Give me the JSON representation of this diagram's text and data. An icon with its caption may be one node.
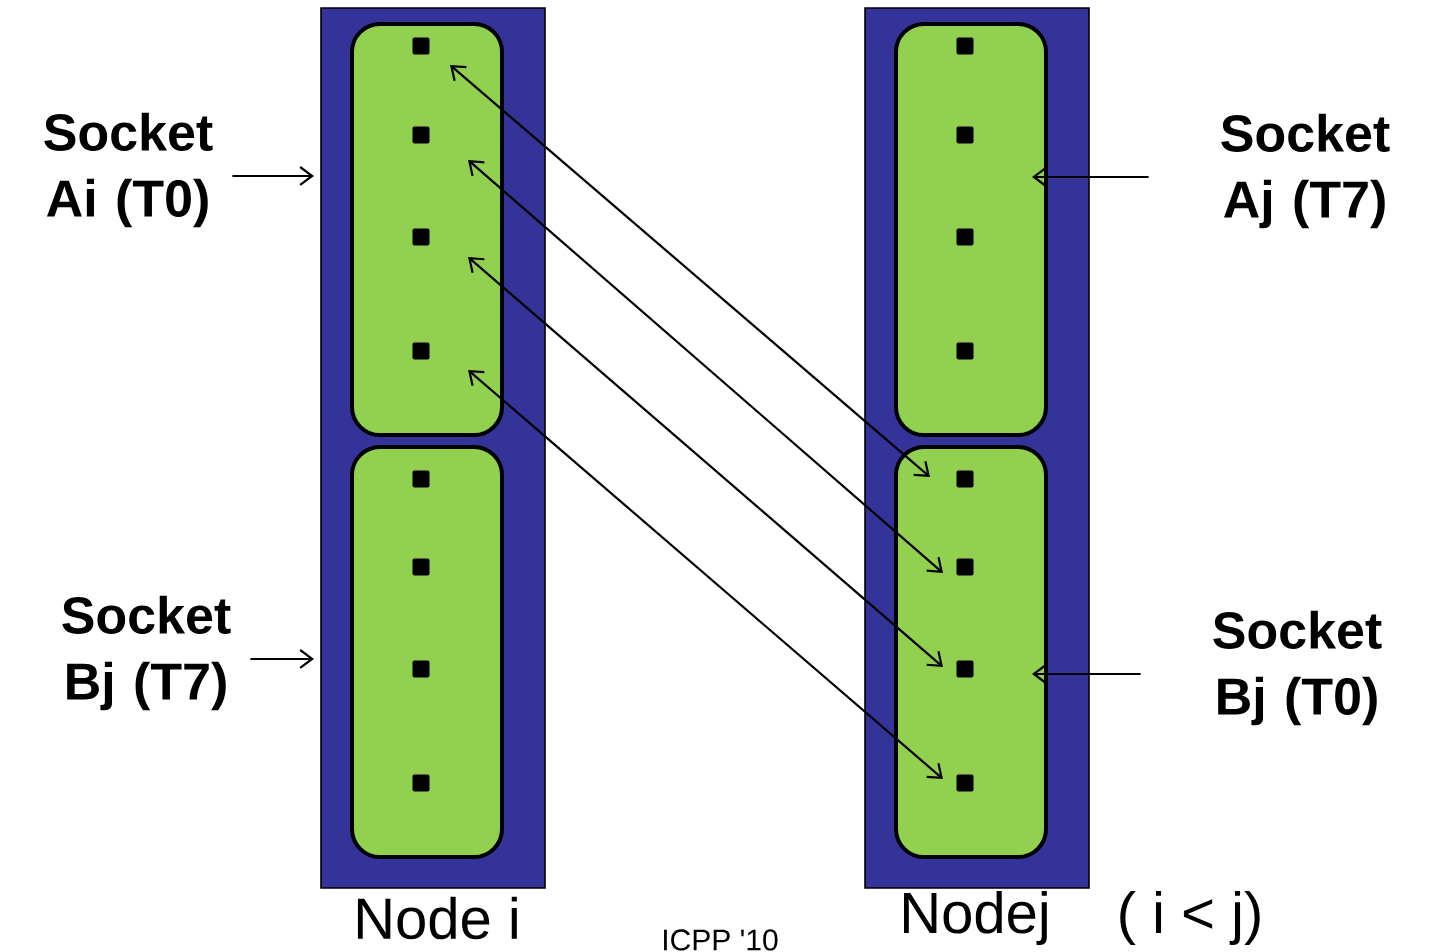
{
  "diagram": {
    "nodes": [
      {
        "text": [
          "Node i"
        ]
      },
      {
        "text": [],
        "shape": "box",
        "in": 0
      },
      {
        "text": [],
        "shape": "box",
        "in": 1
      },
      {
        "text": [],
        "shape": "box",
        "in": 1
      },
      {
        "text": [],
        "shape": "box",
        "in": 1
      },
      {
        "text": [],
        "shape": "box",
        "in": 1
      },
      {
        "text": [],
        "shape": "box",
        "in": 0
      },
      {
        "text": [],
        "shape": "box",
        "in": 6
      },
      {
        "text": [],
        "shape": "box",
        "in": 6
      },
      {
        "text": [],
        "shape": "box",
        "in": 6
      },
      {
        "text": [],
        "shape": "box",
        "in": 6
      },
      {
        "text": [
          "Nodej"
        ]
      },
      {
        "text": [],
        "shape": "box",
        "in": 11
      },
      {
        "text": [],
        "shape": "box",
        "in": 12
      },
      {
        "text": [],
        "shape": "box",
        "in": 12
      },
      {
        "text": [],
        "shape": "box",
        "in": 12
      },
      {
        "text": [],
        "shape": "box",
        "in": 12
      },
      {
        "text": [],
        "shape": "box",
        "in": 11
      },
      {
        "text": [],
        "shape": "box",
        "in": 17
      },
      {
        "text": [],
        "shape": "box",
        "in": 17
      },
      {
        "text": [],
        "shape": "box",
        "in": 17
      },
      {
        "text": [],
        "shape": "box",
        "in": 17
      },
      {
        "text": [
          "Socket Ai (T0)"
        ]
      },
      {
        "text": [
          "Socket Bj (T7)"
        ]
      },
      {
        "text": [
          "Socket Aj (T7)"
        ]
      },
      {
        "text": [
          "Socket Bj (T0)"
        ]
      }
    ],
    "edges": [
      {
        "from": 22,
        "to": 1,
        "arrow": "to"
      },
      {
        "from": 23,
        "to": 6,
        "arrow": "to"
      },
      {
        "from": 24,
        "to": 12,
        "arrow": "to"
      },
      {
        "from": 25,
        "to": 17,
        "arrow": "to"
      },
      {
        "from": 2,
        "to": 18,
        "arrow": "both"
      },
      {
        "from": 3,
        "to": 19,
        "arrow": "both"
      },
      {
        "from": 4,
        "to": 20,
        "arrow": "both"
      },
      {
        "from": 5,
        "to": 21,
        "arrow": "both"
      }
    ],
    "labels": [
      "ICPP '10",
      "( i < j)"
    ]
  }
}
